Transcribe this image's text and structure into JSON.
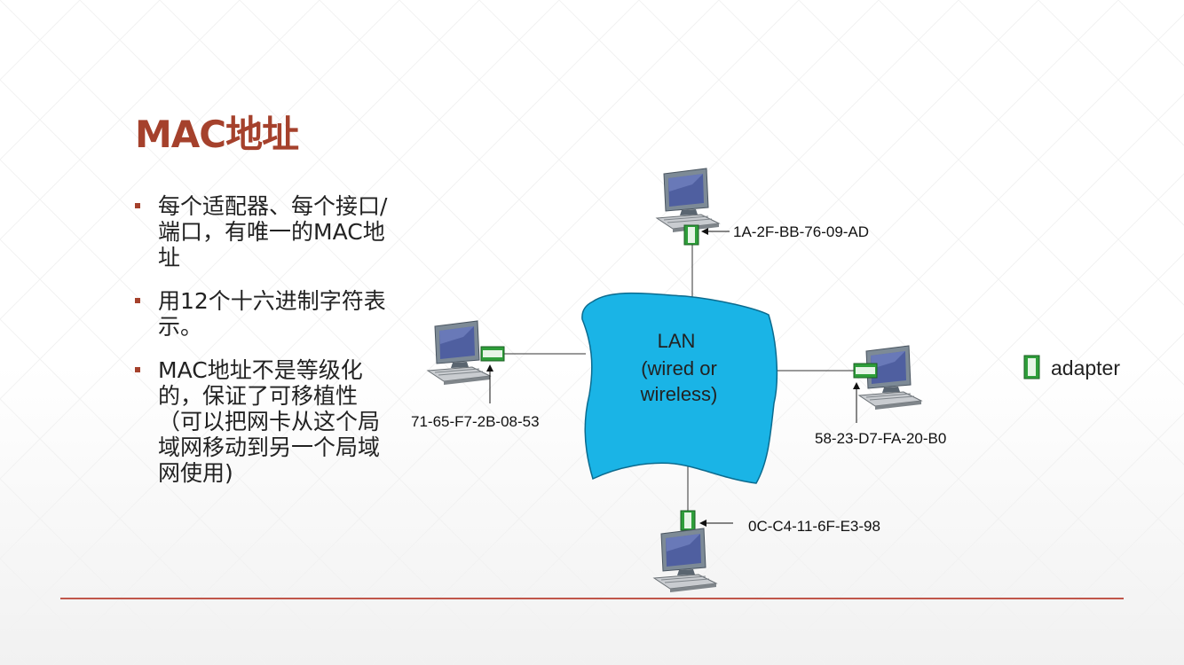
{
  "slide": {
    "title": "MAC地址",
    "bullets": [
      "每个适配器、每个接口/端口，有唯一的MAC地址",
      "用12个十六进制字符表示。",
      "MAC地址不是等级化的，保证了可移植性（可以把网卡从这个局域网移动到另一个局域网使用)"
    ]
  },
  "diagram": {
    "lan_label": [
      "LAN",
      "(wired or",
      "wireless)"
    ],
    "addresses": {
      "top": "1A-2F-BB-76-09-AD",
      "left": "71-65-F7-2B-08-53",
      "right": "58-23-D7-FA-20-B0",
      "bottom": "0C-C4-11-6F-E3-98"
    },
    "legend_label": "adapter",
    "colors": {
      "cloud": "#1ab4e6",
      "adapter_fill": "#2e9e3a",
      "adapter_light": "#e6f5e6",
      "title": "#a5412c",
      "rule": "#c0574a"
    },
    "icons": [
      "computer-icon",
      "adapter-icon",
      "lan-cloud-icon"
    ]
  }
}
